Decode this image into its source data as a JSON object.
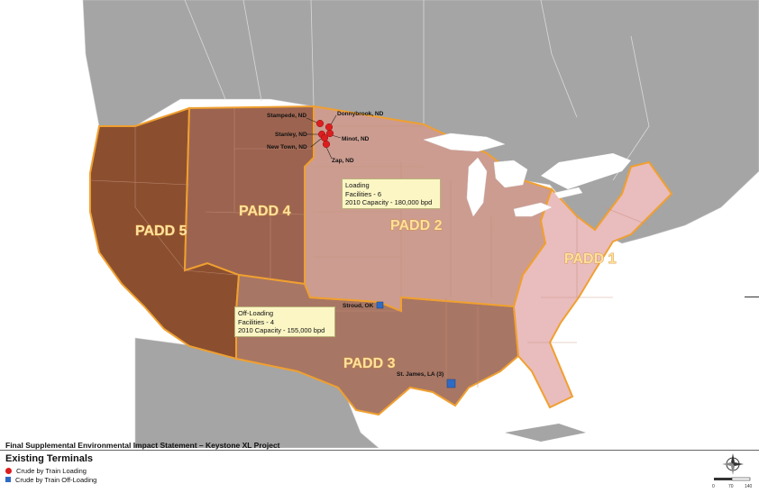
{
  "footer": {
    "title": "Final Supplemental Environmental Impact Statement – Keystone XL Project"
  },
  "legend": {
    "title": "Existing Terminals",
    "items": [
      {
        "label": "Crude by Train Loading",
        "symbol": "red-circle-icon",
        "color": "#dc1e1e"
      },
      {
        "label": "Crude by Train Off-Loading",
        "symbol": "blue-square-icon",
        "color": "#2f6bc4"
      }
    ]
  },
  "padds": {
    "padd1": {
      "label": "PADD 1",
      "color": "#e9bcbe"
    },
    "padd2": {
      "label": "PADD 2",
      "color": "#cc9c90"
    },
    "padd3": {
      "label": "PADD 3",
      "color": "#a87664"
    },
    "padd4": {
      "label": "PADD 4",
      "color": "#9c6450"
    },
    "padd5": {
      "label": "PADD 5",
      "color": "#8b4f30"
    }
  },
  "boundary_color": "#f0a030",
  "terminals": {
    "loading": [
      "Stampede, ND",
      "Donnybrook, ND",
      "Stanley, ND",
      "Minot, ND",
      "New Town, ND",
      "Zap, ND"
    ],
    "offloading": [
      "Stroud, OK",
      "St. James, LA (3)"
    ]
  },
  "boxes": {
    "loading": {
      "line1": "Loading",
      "line2": "Facilities - 6",
      "line3": "2010 Capacity - 180,000 bpd"
    },
    "offloading": {
      "line1": "Off-Loading",
      "line2": "Facilities - 4",
      "line3": "2010 Capacity - 155,000 bpd"
    }
  },
  "scale": {
    "ticks": [
      "0",
      "70",
      "140"
    ]
  }
}
